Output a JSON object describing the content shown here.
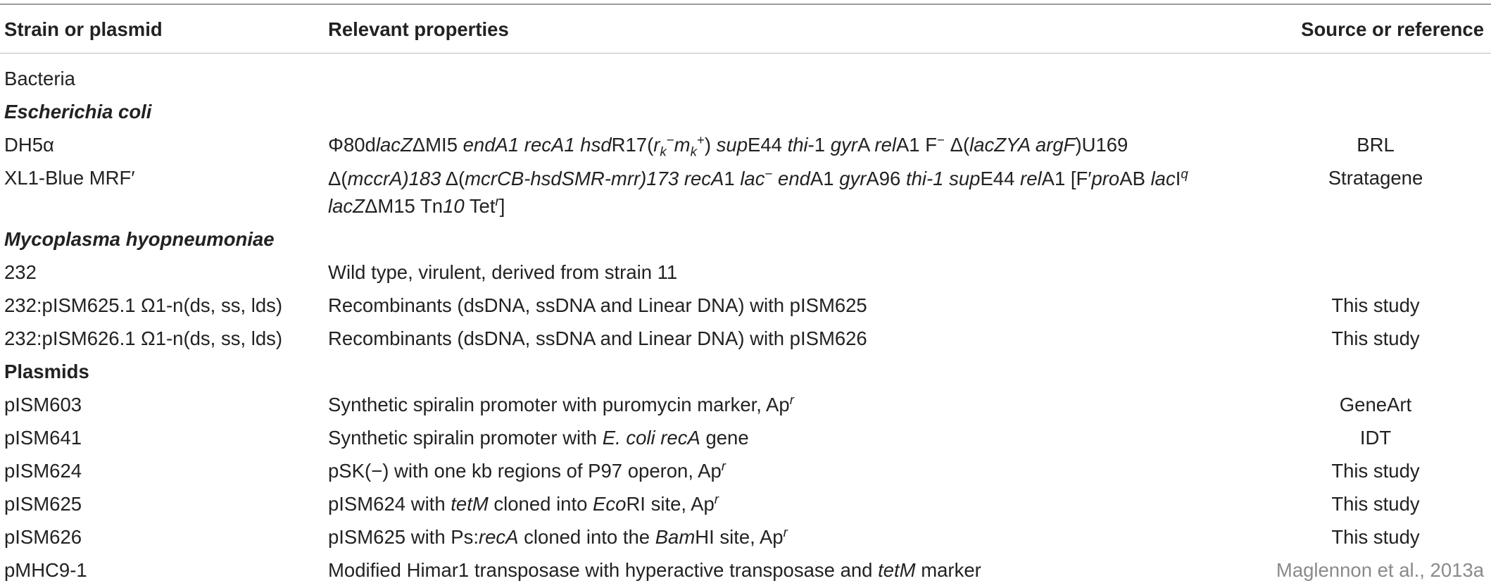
{
  "table": {
    "headers": [
      "Strain or plasmid",
      "Relevant properties",
      "Source or reference"
    ],
    "rows": [
      {
        "type": "plain",
        "col1": "Bacteria"
      },
      {
        "type": "group",
        "col1": "Escherichia coli"
      },
      {
        "type": "data",
        "col1": "DH5α",
        "col3": "BRL",
        "col2_parts": [
          "Φ80d",
          "lacZ",
          "ΔMI5 ",
          "endA1 recA1 hsd",
          "R17(",
          "r",
          "k",
          "−",
          "m",
          "k",
          "+",
          ") ",
          "sup",
          "E44 ",
          "thi",
          "-1 ",
          "gyr",
          "A ",
          "rel",
          "A1 F",
          "−",
          "  Δ(",
          "lacZYA argF",
          ")U169"
        ]
      },
      {
        "type": "data",
        "col1": "XL1-Blue MRF′",
        "col3": "Stratagene",
        "col2_line1_parts": [
          "Δ(",
          "mccrA)183",
          " Δ(",
          "mcrCB-hsdSMR-mrr)173 recA",
          "1 ",
          "lac",
          "−",
          " ",
          "end",
          "A1 ",
          "gyr",
          "A96 ",
          "thi-1 sup",
          "E44 ",
          "rel",
          "A1 [F′",
          "pro",
          "AB ",
          "lac",
          "I",
          "q"
        ],
        "col2_line2_parts": [
          "lacZ",
          "ΔM15 Tn",
          "10",
          " Tet",
          "r",
          "]"
        ]
      },
      {
        "type": "group",
        "col1": "Mycoplasma hyopneumoniae"
      },
      {
        "type": "data",
        "col1": "232",
        "col2": "Wild type, virulent, derived from strain 11",
        "col3": ""
      },
      {
        "type": "data",
        "col1": "232:pISM625.1 Ω1-n(ds, ss, lds)",
        "col2": "Recombinants (dsDNA, ssDNA and Linear DNA) with pISM625",
        "col3": "This study"
      },
      {
        "type": "data",
        "col1": "232:pISM626.1 Ω1-n(ds, ss, lds)",
        "col2": "Recombinants (dsDNA, ssDNA and Linear DNA) with pISM626",
        "col3": "This study"
      },
      {
        "type": "groupb",
        "col1": "Plasmids"
      },
      {
        "type": "data",
        "col1": "pISM603",
        "col2_parts": [
          "Synthetic spiralin promoter with puromycin marker, Ap",
          "r"
        ],
        "col3": "GeneArt"
      },
      {
        "type": "data",
        "col1": "pISM641",
        "col2_parts": [
          "Synthetic spiralin promoter with ",
          "E. coli recA",
          " gene"
        ],
        "col3": "IDT"
      },
      {
        "type": "data",
        "col1": "pISM624",
        "col2_parts": [
          "pSK(−) with one kb regions of P97 operon, Ap",
          "r"
        ],
        "col3": "This study"
      },
      {
        "type": "data",
        "col1": "pISM625",
        "col2_parts": [
          "pISM624 with ",
          "tetM",
          " cloned into ",
          "Eco",
          "RI site, Ap",
          "r"
        ],
        "col3": "This study"
      },
      {
        "type": "data",
        "col1": "pISM626",
        "col2_parts": [
          "pISM625 with Ps:",
          "recA",
          " cloned into the ",
          "Bam",
          "HI site, Ap",
          "r"
        ],
        "col3": "This study"
      },
      {
        "type": "data",
        "col1": "pMHC9-1",
        "col2_parts": [
          "Modified Himar1 transposase with hyperactive transposase and ",
          "tetM",
          " marker"
        ],
        "col3": "Maglennon et al., 2013a"
      }
    ]
  }
}
